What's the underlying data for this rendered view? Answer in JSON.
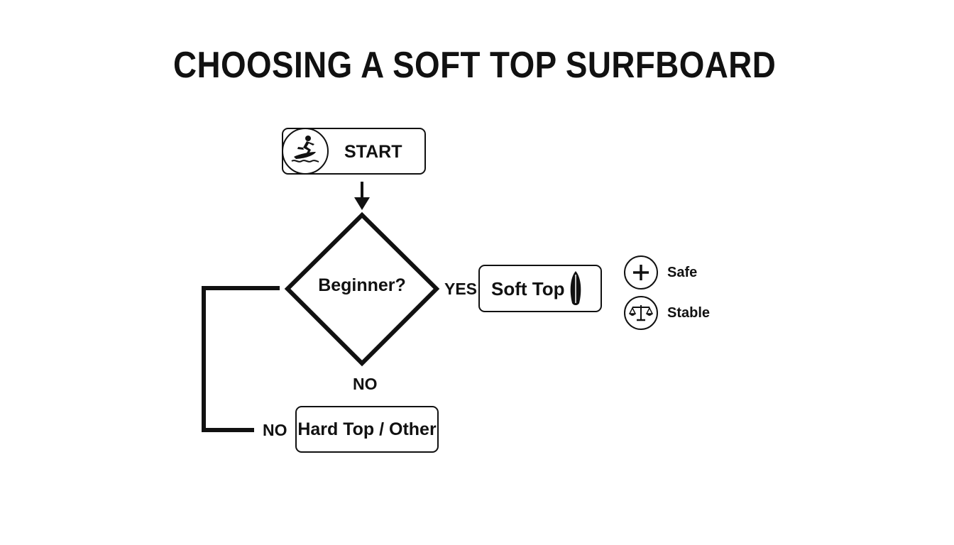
{
  "title": "CHOOSING A SOFT TOP SURFBOARD",
  "nodes": {
    "start": {
      "label": "START",
      "icon": "surfer-icon"
    },
    "decision": {
      "label": "Beginner?"
    },
    "soft_top": {
      "label": "Soft Top",
      "icon": "surfboard-icon"
    },
    "hard_top": {
      "label": "Hard Top / Other"
    }
  },
  "edges": {
    "yes": "YES",
    "no_bottom": "NO",
    "no_left": "NO"
  },
  "features": [
    {
      "label": "Safe",
      "icon": "plus-icon"
    },
    {
      "label": "Stable",
      "icon": "balance-scale-icon"
    }
  ],
  "colors": {
    "ink": "#111111",
    "background": "#ffffff"
  }
}
